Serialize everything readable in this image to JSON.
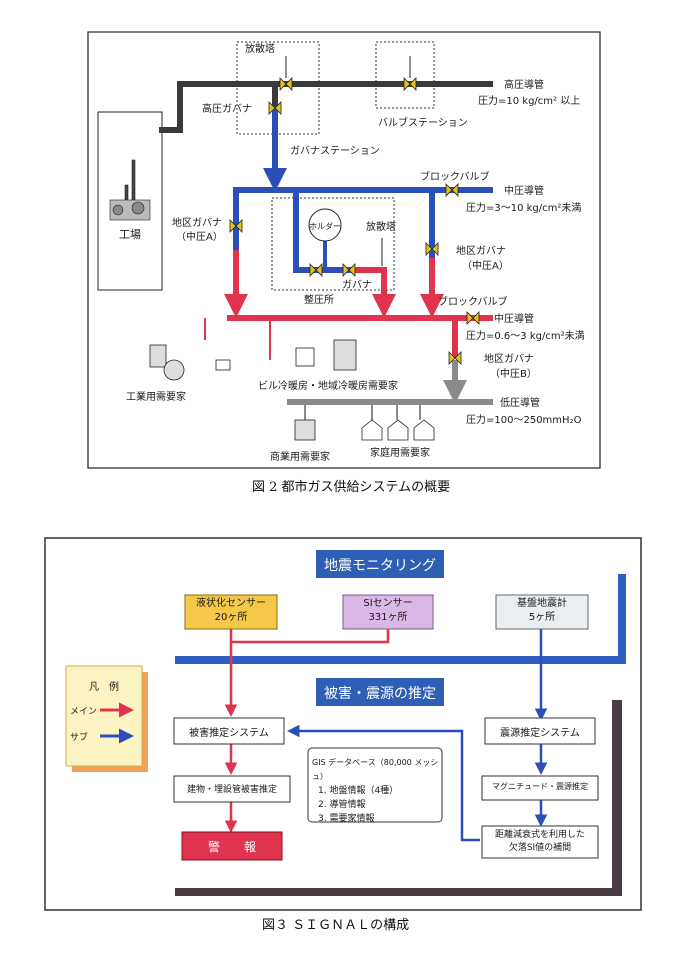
{
  "fig2": {
    "caption": "図 2 都市ガス供給システムの概要",
    "labels": {
      "factory": "工場",
      "diffusion_tower_top": "放散塔",
      "high_pressure_governor": "高圧ガバナ",
      "governor_station": "ガバナステーション",
      "valve_station": "バルブステーション",
      "high_pressure_main": "高圧導管",
      "high_pressure_value": "圧力=10 kg/cm² 以上",
      "block_valve_1": "ブロックバルブ",
      "medium_pressure_main_a": "中圧導管",
      "medium_pressure_a_value": "圧力=3～10 kg/cm²未満",
      "district_governor_left": "地区ガバナ",
      "district_governor_left_sub": "（中圧A）",
      "holder": "ホルダー",
      "diffusion_tower_mid": "放散塔",
      "governor_small": "ガバナ",
      "pressure_station": "整圧所",
      "district_governor_right": "地区ガバナ",
      "district_governor_right_sub": "（中圧A）",
      "block_valve_2": "ブロックバルブ",
      "medium_pressure_main_b": "中圧導管",
      "medium_pressure_b_value": "圧力=0.6～3 kg/cm²未満",
      "district_governor_b": "地区ガバナ",
      "district_governor_b_sub": "（中圧B）",
      "industrial_demand": "工業用需要家",
      "building_demand": "ビル冷暖房・地域冷暖房需要家",
      "low_pressure_main": "低圧導管",
      "low_pressure_value": "圧力=100～250mmH₂O",
      "commercial_demand": "商業用需要家",
      "household_demand": "家庭用需要家"
    },
    "colors": {
      "high": "#3a3a3a",
      "medium_a": "#2a4fb8",
      "medium_b": "#e0344e",
      "low": "#8a8a8a",
      "valve": "#e8c21a"
    }
  },
  "fig3": {
    "caption": "図３ ＳＩＧＮＡＬの構成",
    "title_top": "地震モニタリング",
    "sensor_liquefaction": {
      "line1": "液状化センサー",
      "line2": "20ヶ所"
    },
    "sensor_si": {
      "line1": "SIセンサー",
      "line2": "331ヶ所"
    },
    "sensor_seismometer": {
      "line1": "基盤地震計",
      "line2": "5ヶ所"
    },
    "title_mid": "被害・震源の推定",
    "legend": {
      "title": "凡　例",
      "main": "メイン",
      "sub": "サブ"
    },
    "damage_system": "被害推定システム",
    "building_damage": "建物・埋設管被害推定",
    "alarm": "警　　報",
    "gis": {
      "title": "GIS データベース（80,000 メッシュ）",
      "items": [
        "1. 地盤情報（4種）",
        "2. 導管情報",
        "3. 需要家情報"
      ]
    },
    "epicenter_system": "震源推定システム",
    "magnitude": "マグニチュード・震源推定",
    "interp_line1": "距離減衰式を利用した",
    "interp_line2": "欠落SI値の補間",
    "colors": {
      "header": "#2f5fb5",
      "band": "#2e5fc0",
      "red": "#e0344e",
      "blue": "#2a4fb8",
      "liquefaction": "#f5c84a",
      "si": "#d9b8e6",
      "seismometer": "#e9eef2",
      "alarm": "#e0344e",
      "legend_bg": "#fbf3c2"
    }
  }
}
